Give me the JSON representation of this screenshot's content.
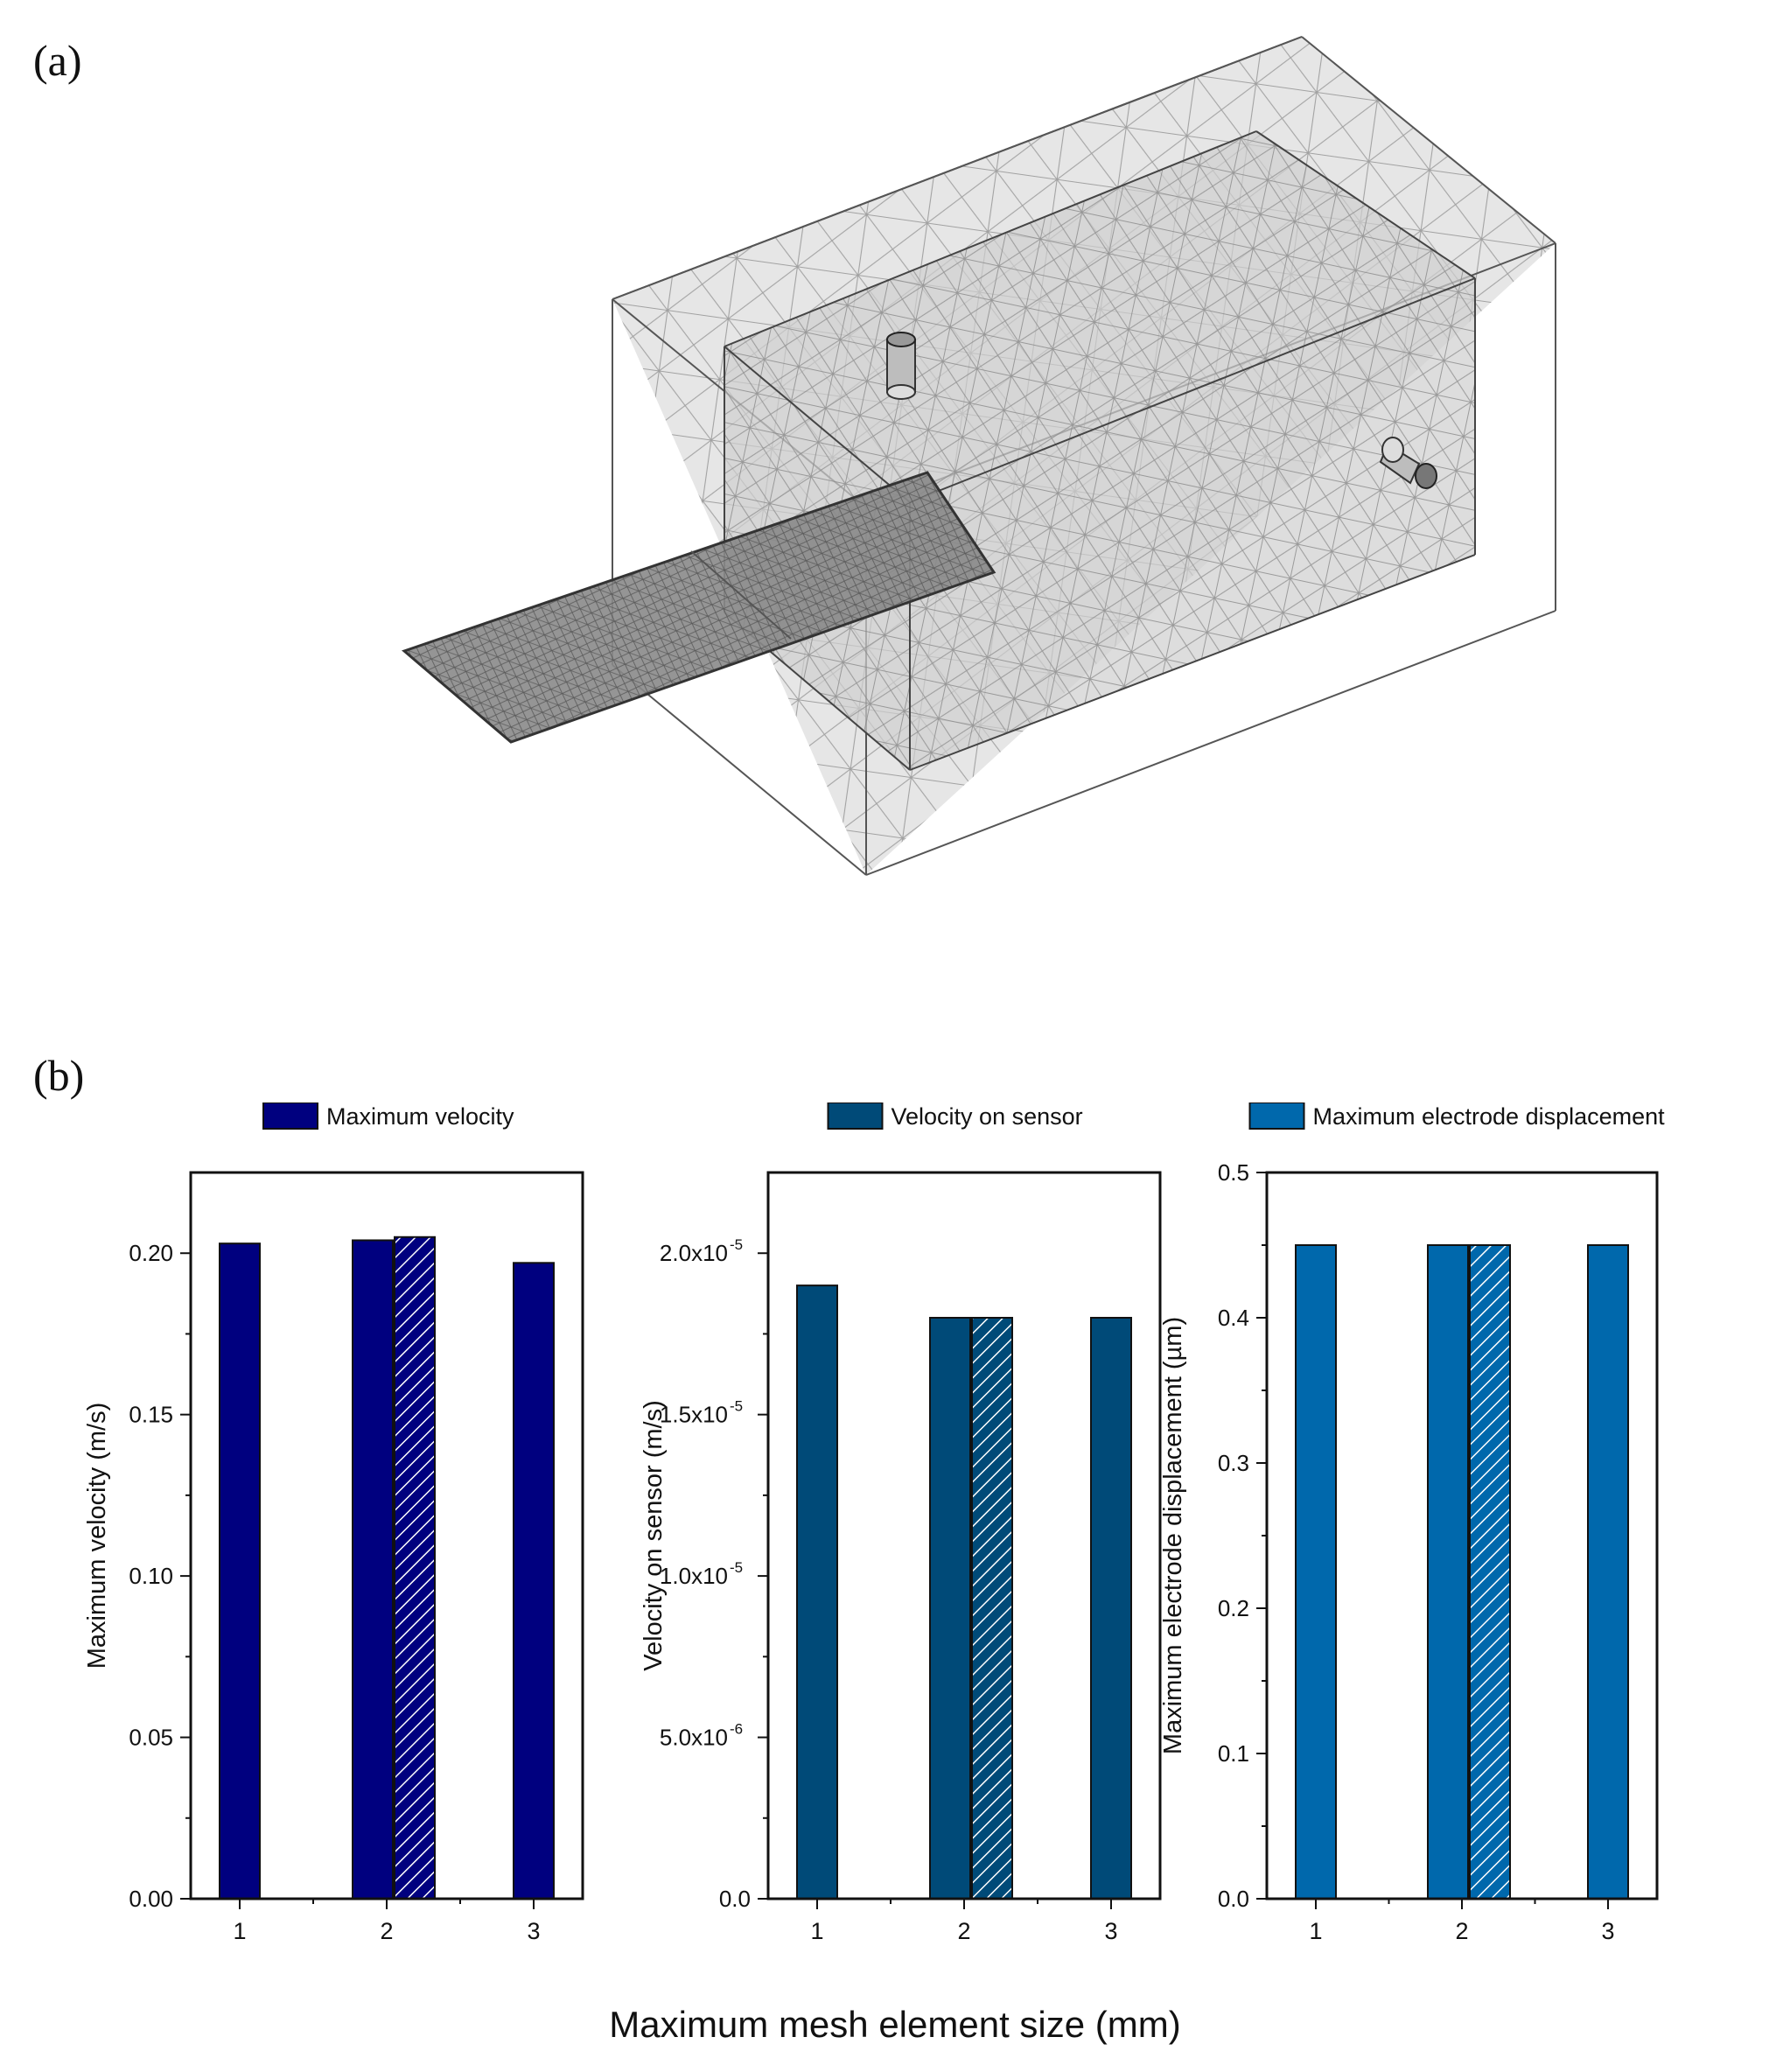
{
  "panels": {
    "a": "(a)",
    "b": "(b)"
  },
  "shared_xlabel": "Maximum mesh element size (mm)",
  "chart_data": [
    {
      "type": "bar",
      "categories": [
        "1",
        "2",
        "3"
      ],
      "series": [
        {
          "name": "Maximum velocity",
          "values": [
            0.203,
            0.204,
            0.197
          ]
        },
        {
          "name": "",
          "values": [
            null,
            0.205,
            null
          ],
          "pattern": "hatched"
        }
      ],
      "legend": "Maximum velocity",
      "ylabel": "Maximum velocity (m/s)",
      "ylim": [
        0,
        0.225
      ],
      "yticks": [
        0,
        0.05,
        0.1,
        0.15,
        0.2
      ],
      "ytick_labels": [
        "0.00",
        "0.05",
        "0.10",
        "0.15",
        "0.20"
      ],
      "color": "#00007f",
      "legend_placement": "top-center"
    },
    {
      "type": "bar",
      "categories": [
        "1",
        "2",
        "3"
      ],
      "series": [
        {
          "name": "Velocity on sensor",
          "values": [
            1.9e-05,
            1.8e-05,
            1.8e-05
          ]
        },
        {
          "name": "",
          "values": [
            null,
            1.8e-05,
            null
          ],
          "pattern": "hatched"
        }
      ],
      "legend": "Velocity on sensor",
      "ylabel": "Velocity on sensor (m/s)",
      "ylim": [
        0,
        2.25e-05
      ],
      "yticks": [
        0,
        5e-06,
        1e-05,
        1.5e-05,
        2e-05
      ],
      "ytick_labels": [
        "0.0",
        "5.0x10",
        "1.0x10",
        "1.5x10",
        "2.0x10"
      ],
      "ytick_exponents": [
        "",
        "-6",
        "-5",
        "-5",
        "-5"
      ],
      "color": "#004a78",
      "legend_placement": "top-center"
    },
    {
      "type": "bar",
      "categories": [
        "1",
        "2",
        "3"
      ],
      "series": [
        {
          "name": "Maximum electrode displacement",
          "values": [
            0.45,
            0.45,
            0.45
          ]
        },
        {
          "name": "",
          "values": [
            null,
            0.45,
            null
          ],
          "pattern": "hatched"
        }
      ],
      "legend": "Maximum electrode displacement",
      "ylabel": "Maximum electrode displacement (µm)",
      "ylim": [
        0,
        0.5
      ],
      "yticks": [
        0,
        0.1,
        0.2,
        0.3,
        0.4,
        0.5
      ],
      "ytick_labels": [
        "0.0",
        "0.1",
        "0.2",
        "0.3",
        "0.4",
        "0.5"
      ],
      "color": "#0068ac",
      "legend_placement": "top-center"
    }
  ]
}
